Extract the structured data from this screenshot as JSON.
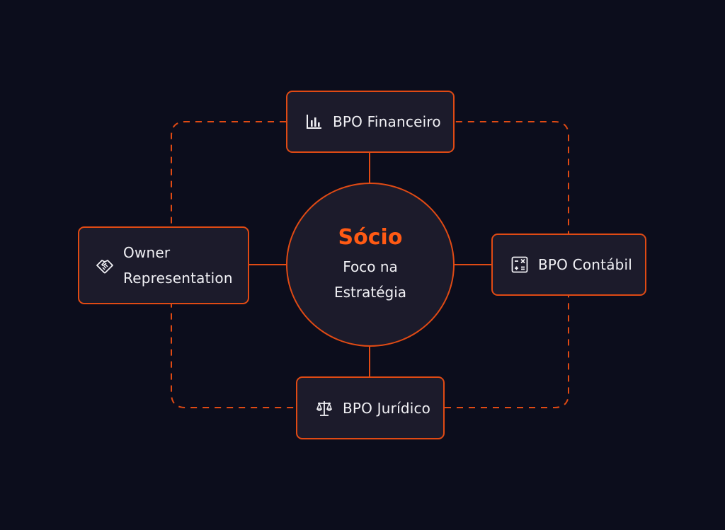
{
  "diagram": {
    "center": {
      "title": "Sócio",
      "subtitle_line1": "Foco na",
      "subtitle_line2": "Estratégia"
    },
    "nodes": {
      "financeiro": {
        "label": "BPO Financeiro",
        "icon": "bar-chart-icon"
      },
      "contabil": {
        "label": "BPO Contábil",
        "icon": "calculator-icon"
      },
      "juridico": {
        "label": "BPO Jurídico",
        "icon": "scales-icon"
      },
      "owner": {
        "label_line1": "Owner",
        "label_line2": "Representation",
        "icon": "handshake-icon"
      }
    },
    "colors": {
      "background": "#0c0d1c",
      "accent": "#e04a14",
      "title": "#ff5a14",
      "node_fill": "#1c1b2b",
      "text": "#f1f1f5"
    }
  }
}
